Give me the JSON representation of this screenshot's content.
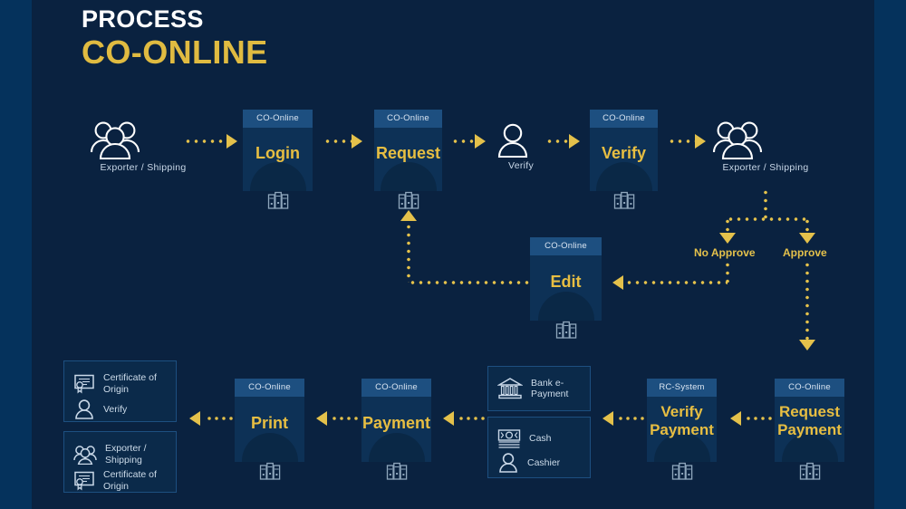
{
  "title": {
    "line1": "PROCESS",
    "line2": "CO-ONLINE"
  },
  "colors": {
    "background": "#0a2240",
    "band": "#05325c",
    "card_header": "#1d4f80",
    "card_body": "#0d3156",
    "accent_yellow": "#e4c14b",
    "label_text": "#e7be42",
    "muted_text": "#c9d8e8"
  },
  "row1": {
    "actor_start": {
      "caption": "Exporter / Shipping",
      "icon": "people-group-icon"
    },
    "login": {
      "header": "CO-Online",
      "label": "Login",
      "icon": "server-icon"
    },
    "request": {
      "header": "CO-Online",
      "label": "Request",
      "icon": "server-icon"
    },
    "verify_person": {
      "caption": "Verify",
      "icon": "person-icon"
    },
    "verify": {
      "header": "CO-Online",
      "label": "Verify",
      "icon": "server-icon"
    },
    "actor_end": {
      "caption": "Exporter / Shipping",
      "icon": "people-group-icon"
    }
  },
  "branch": {
    "no_approve": "No  Approve",
    "approve": "Approve"
  },
  "row2": {
    "edit": {
      "header": "CO-Online",
      "label": "Edit",
      "icon": "server-icon"
    }
  },
  "row3": {
    "result_box_top": {
      "items": [
        {
          "icon": "certificate-icon",
          "text": "Certificate of Origin"
        },
        {
          "icon": "person-icon",
          "text": "Verify"
        }
      ]
    },
    "result_box_bottom": {
      "items": [
        {
          "icon": "people-group-icon",
          "text": "Exporter / Shipping"
        },
        {
          "icon": "certificate-icon",
          "text": "Certificate of Origin"
        }
      ]
    },
    "print": {
      "header": "CO-Online",
      "label": "Print",
      "icon": "server-icon"
    },
    "payment": {
      "header": "CO-Online",
      "label": "Payment",
      "icon": "server-icon"
    },
    "method_box_top": {
      "items": [
        {
          "icon": "bank-icon",
          "text": "Bank e-Payment"
        }
      ]
    },
    "method_box_bottom": {
      "items": [
        {
          "icon": "banknote-icon",
          "text": "Cash"
        },
        {
          "icon": "person-icon",
          "text": "Cashier"
        }
      ]
    },
    "verify_payment": {
      "header": "RC-System",
      "label_line1": "Verify",
      "label_line2": "Payment",
      "icon": "server-icon"
    },
    "request_payment": {
      "header": "CO-Online",
      "label_line1": "Request",
      "label_line2": "Payment",
      "icon": "server-icon"
    }
  }
}
